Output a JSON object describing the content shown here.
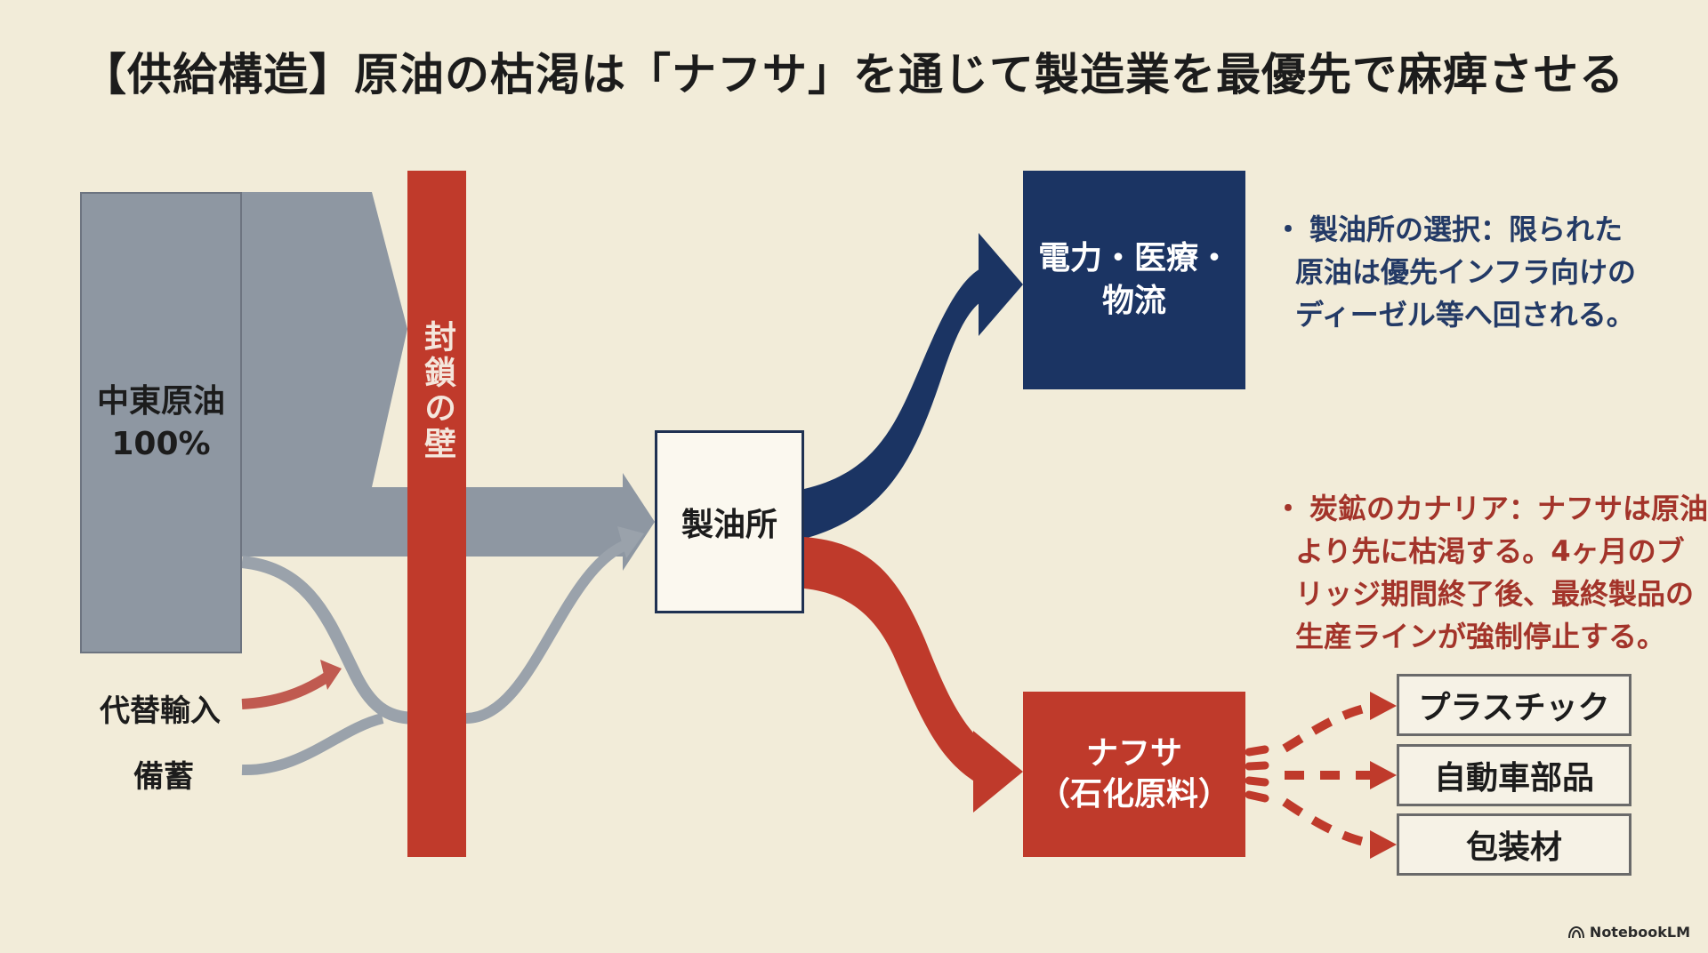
{
  "title": "【供給構造】原油の枯渇は「ナフサ」を通じて製造業を最優先で麻痺させる",
  "nodes": {
    "crude_line1": "中東原油",
    "crude_line2": "100%",
    "wall": "封鎖の壁",
    "refinery": "製油所",
    "priority_line1": "電力・医療・",
    "priority_line2": "物流",
    "naphtha_line1": "ナフサ",
    "naphtha_line2": "（石化原料）",
    "substitute_import": "代替輸入",
    "stockpile": "備蓄"
  },
  "products": [
    "プラスチック",
    "自動車部品",
    "包装材"
  ],
  "notes": {
    "refinery_choice": {
      "bullet": "・",
      "lines": [
        "製油所の選択：限られた",
        "原油は優先インフラ向けの",
        "ディーゼル等へ回される。"
      ]
    },
    "canary": {
      "bullet": "・",
      "lines": [
        "炭鉱のカナリア：ナフサは原油",
        "より先に枯渇する。4ヶ月のブ",
        "リッジ期間終了後、最終製品の",
        "生産ラインが強制停止する。"
      ]
    }
  },
  "watermark": "NotebookLM",
  "colors": {
    "background": "#f2ecd9",
    "crude": "#8e97a2",
    "wall": "#c03a2b",
    "navy": "#1b3463",
    "red": "#bf3a2b",
    "grey_flow": "#9aa2ab"
  }
}
